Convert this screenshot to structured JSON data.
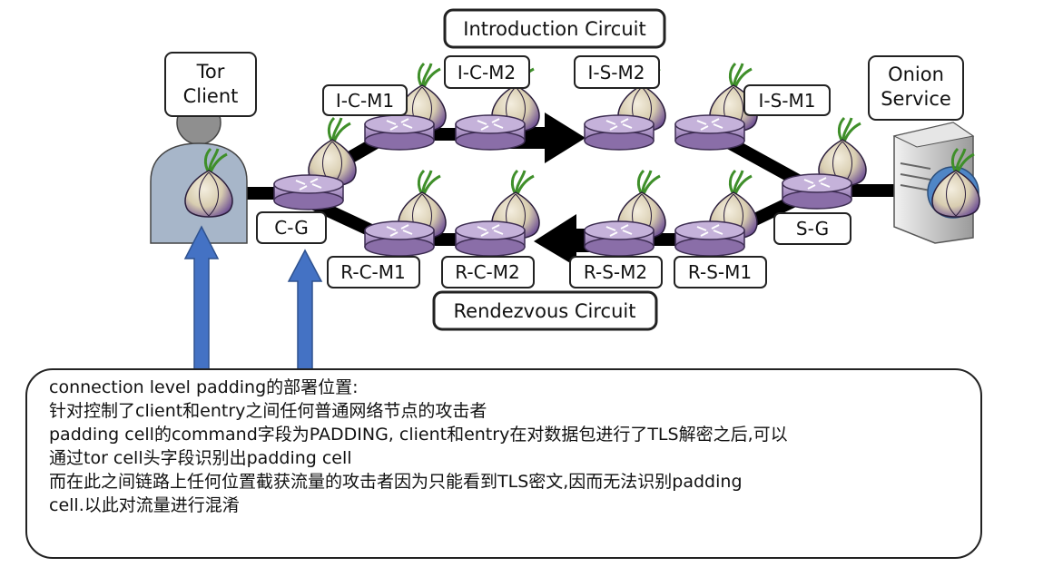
{
  "diagram": {
    "tor_client_label": [
      "Tor",
      "Client"
    ],
    "onion_service_label": [
      "Onion",
      "Service"
    ],
    "introduction_circuit_label": "Introduction Circuit",
    "rendezvous_circuit_label": "Rendezvous Circuit",
    "nodes": {
      "c_g": "C-G",
      "s_g": "S-G",
      "i_c_m1": "I-C-M1",
      "i_c_m2": "I-C-M2",
      "i_s_m2": "I-S-M2",
      "i_s_m1": "I-S-M1",
      "r_c_m1": "R-C-M1",
      "r_c_m2": "R-C-M2",
      "r_s_m2": "R-S-M2",
      "r_s_m1": "R-S-M1"
    },
    "icons": [
      "onion-icon",
      "router-icon",
      "server-icon",
      "user-icon",
      "globe-icon",
      "arrow-icon"
    ],
    "colors": {
      "router": "#a58ec0",
      "onion": "#6b4c93",
      "arrow_blue": "#4472c4",
      "link": "#000000"
    }
  },
  "note": {
    "lines": [
      "connection level padding的部署位置:",
      "针对控制了client和entry之间任何普通网络节点的攻击者",
      "padding cell的command字段为PADDING, client和entry在对数据包进行了TLS解密之后,可以",
      "通过tor cell头字段识别出padding cell",
      "而在此之间链路上任何位置截获流量的攻击者因为只能看到TLS密文,因而无法识别padding",
      "cell.以此对流量进行混淆"
    ]
  }
}
